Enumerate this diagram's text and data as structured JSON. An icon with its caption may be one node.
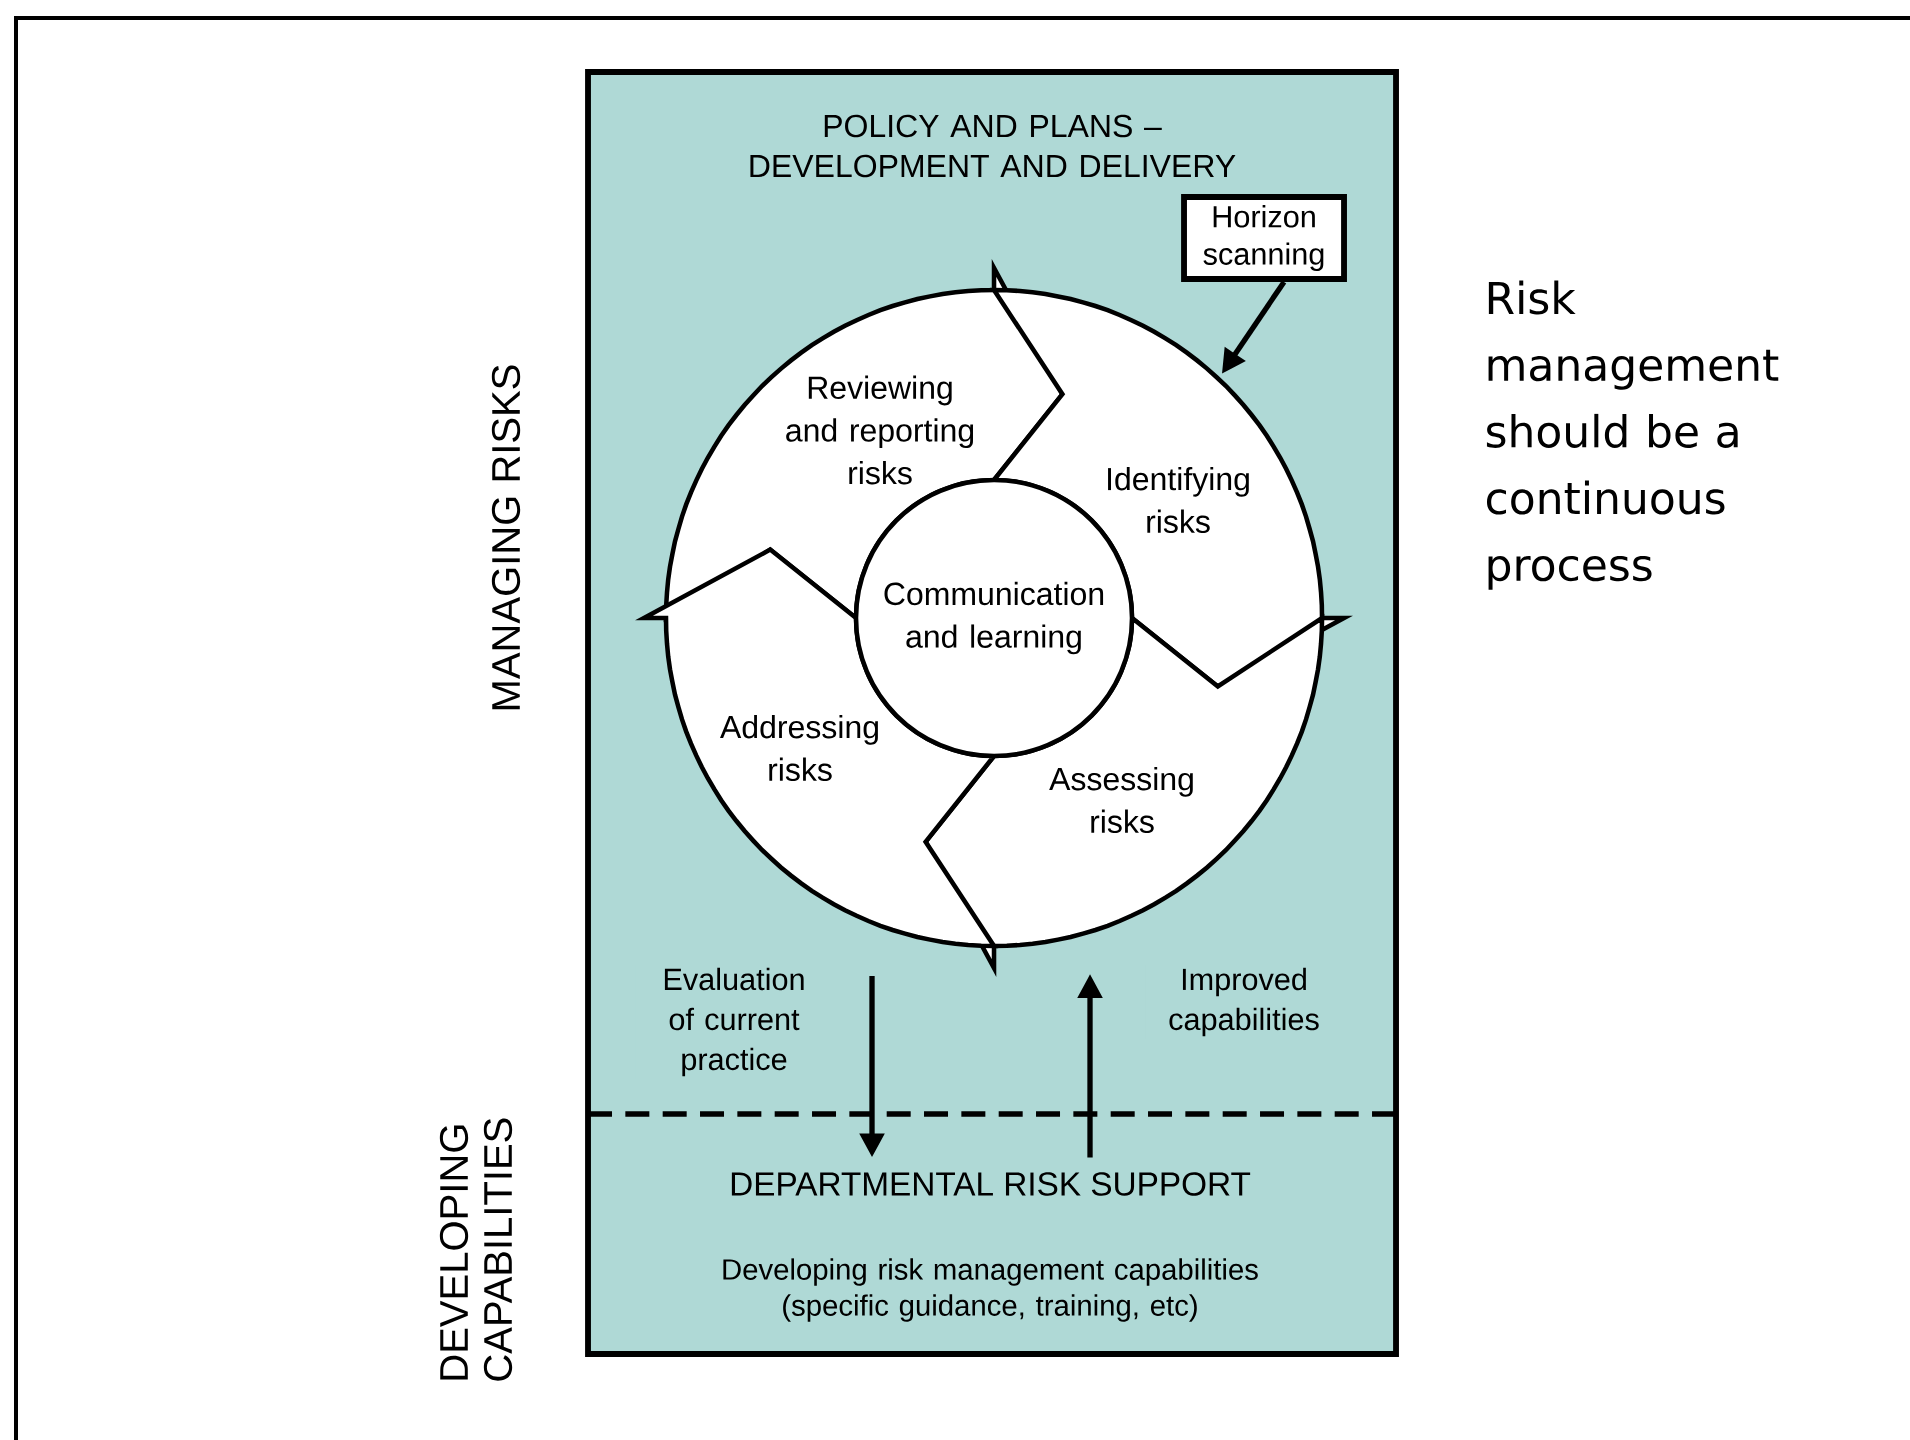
{
  "diagram": {
    "nodes": [
      {
        "text": [
          "POLICY AND PLANS – DEVELOPMENT AND DELIVERY"
        ]
      },
      {
        "text": [
          "DEPARTMENTAL RISK SUPPORT",
          "Developing risk management capabilities (specific guidance, training, etc)"
        ]
      },
      {
        "text": [
          "Horizon scanning"
        ],
        "in": 0
      },
      {
        "text": [
          "Reviewing and reporting risks"
        ],
        "in": 0
      },
      {
        "text": [
          "Identifying risks"
        ],
        "in": 0
      },
      {
        "text": [
          "Assessing risks"
        ],
        "in": 0
      },
      {
        "text": [
          "Addressing risks"
        ],
        "in": 0
      },
      {
        "text": [
          "Communication and learning"
        ],
        "in": 0
      }
    ],
    "edges": [
      {
        "from": 2,
        "to": 4,
        "arrow": "to"
      },
      {
        "from": null,
        "to": 1,
        "arrow": "to",
        "label": "Evaluation of current practice"
      },
      {
        "from": 1,
        "to": null,
        "arrow": "to",
        "label": "Improved capabilities"
      }
    ],
    "labels": [
      "MANAGING RISKS",
      "DEVELOPING CAPABILITIES",
      "Risk management should be a continuous process"
    ]
  }
}
